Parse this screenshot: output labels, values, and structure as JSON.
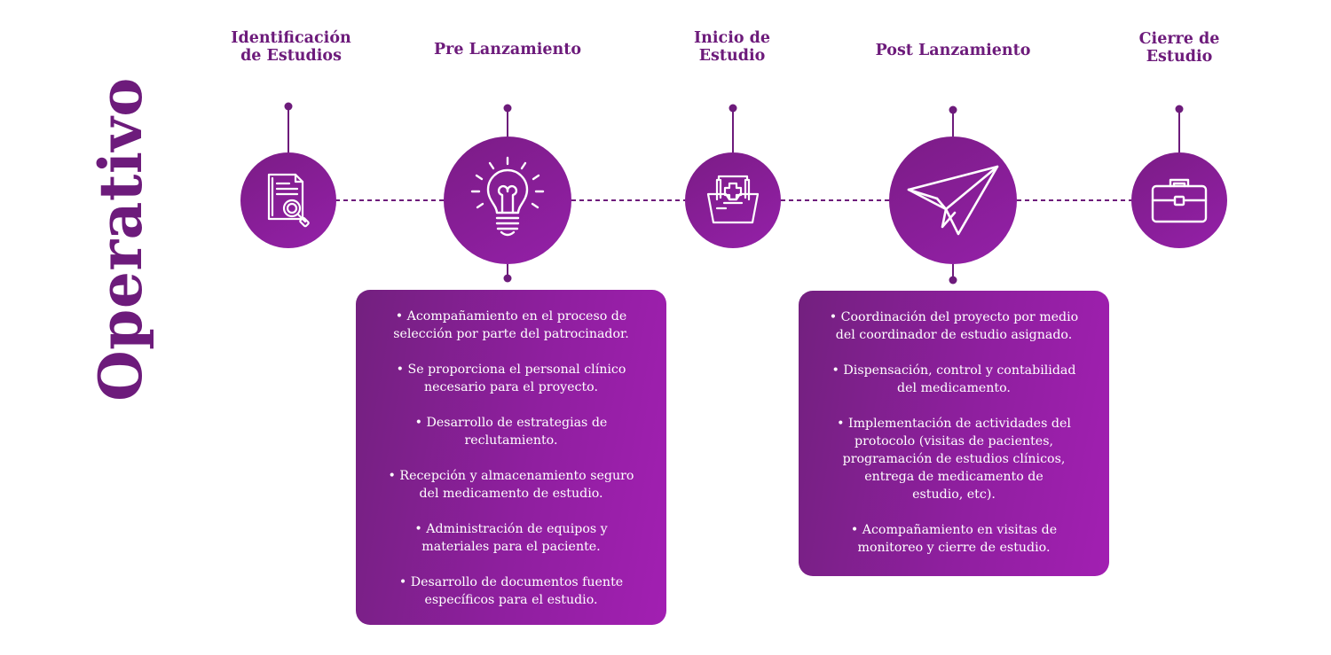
{
  "side_title": "Operativo",
  "stages": [
    {
      "id": "identificacion",
      "label_lines": [
        "Identificación",
        "de Estudios"
      ],
      "icon": "document-search-icon"
    },
    {
      "id": "pre-lanzamiento",
      "label_lines": [
        "Pre Lanzamiento"
      ],
      "icon": "lightbulb-icon"
    },
    {
      "id": "inicio",
      "label_lines": [
        "Inicio de",
        "Estudio"
      ],
      "icon": "medical-folder-icon"
    },
    {
      "id": "post-lanzamiento",
      "label_lines": [
        "Post Lanzamiento"
      ],
      "icon": "paper-plane-icon"
    },
    {
      "id": "cierre",
      "label_lines": [
        "Cierre de",
        "Estudio"
      ],
      "icon": "briefcase-icon"
    }
  ],
  "pre_lanzamiento_items": [
    "• Acompañamiento en el proceso de\nselección por parte del patrocinador.",
    "• Se proporciona el personal clínico\nnecesario para el proyecto.",
    "• Desarrollo de estrategias de\nreclutamiento.",
    "• Recepción y almacenamiento seguro\ndel medicamento de estudio.",
    "• Administración de equipos y\nmateriales para el paciente.",
    "• Desarrollo de documentos fuente\nespecíficos para el estudio."
  ],
  "post_lanzamiento_items": [
    "• Coordinación del proyecto por medio\ndel coordinador de estudio asignado.",
    "• Dispensación, control y contabilidad\ndel medicamento.",
    "• Implementación de actividades del\nprotocolo (visitas de pacientes,\nprogramación de estudios clínicos,\nentrega de medicamento de\nestudio, etc).",
    "• Acompañamiento en visitas de\nmonitoreo y cierre de estudio."
  ],
  "colors": {
    "primary": "#6d1b7b",
    "gradient_start": "#73207f",
    "gradient_end": "#a21fb2",
    "text_on_primary": "#ffffff"
  }
}
